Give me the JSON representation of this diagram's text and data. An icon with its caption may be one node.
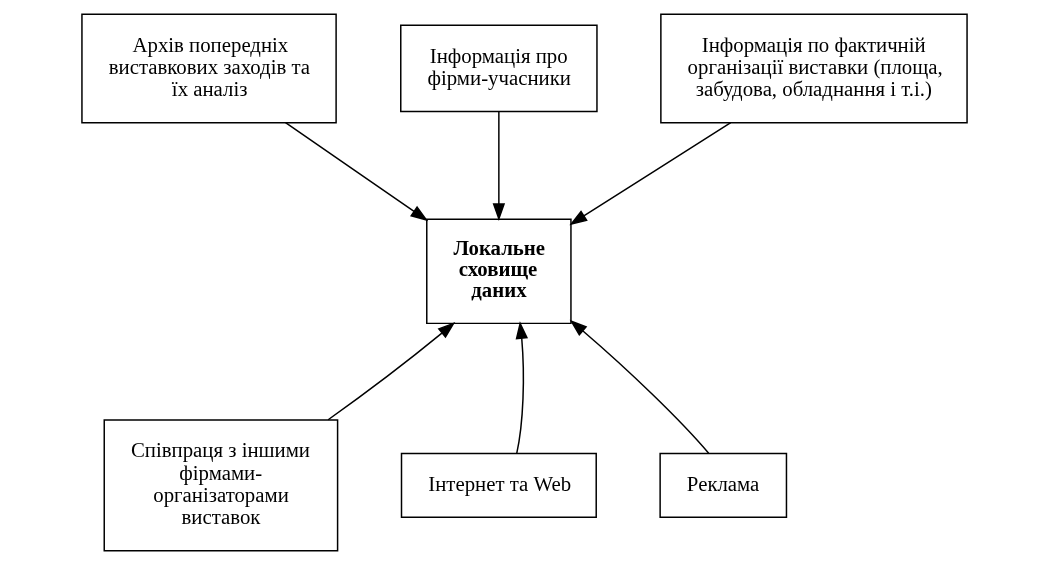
{
  "diagram": {
    "nodes": [
      {
        "text": [
          "Архів попередніх виставкових заходів та їх аналіз"
        ]
      },
      {
        "text": [
          "Інформація про фірми-учасники"
        ]
      },
      {
        "text": [
          "Інформація по фактичній організації виставки (площа, забудова, обладнання і т.і.)"
        ]
      },
      {
        "text": [
          "Локальне сховище даних"
        ]
      },
      {
        "text": [
          "Співпраця з іншими фірмами-організаторами виставок"
        ]
      },
      {
        "text": [
          "Інтернет та Web"
        ]
      },
      {
        "text": [
          "Реклама"
        ]
      }
    ],
    "edges": [
      {
        "from": 0,
        "to": 3,
        "arrow": "to"
      },
      {
        "from": 1,
        "to": 3,
        "arrow": "to"
      },
      {
        "from": 2,
        "to": 3,
        "arrow": "to"
      },
      {
        "from": 4,
        "to": 3,
        "arrow": "to"
      },
      {
        "from": 5,
        "to": 3,
        "arrow": "to"
      },
      {
        "from": 6,
        "to": 3,
        "arrow": "to"
      }
    ]
  }
}
